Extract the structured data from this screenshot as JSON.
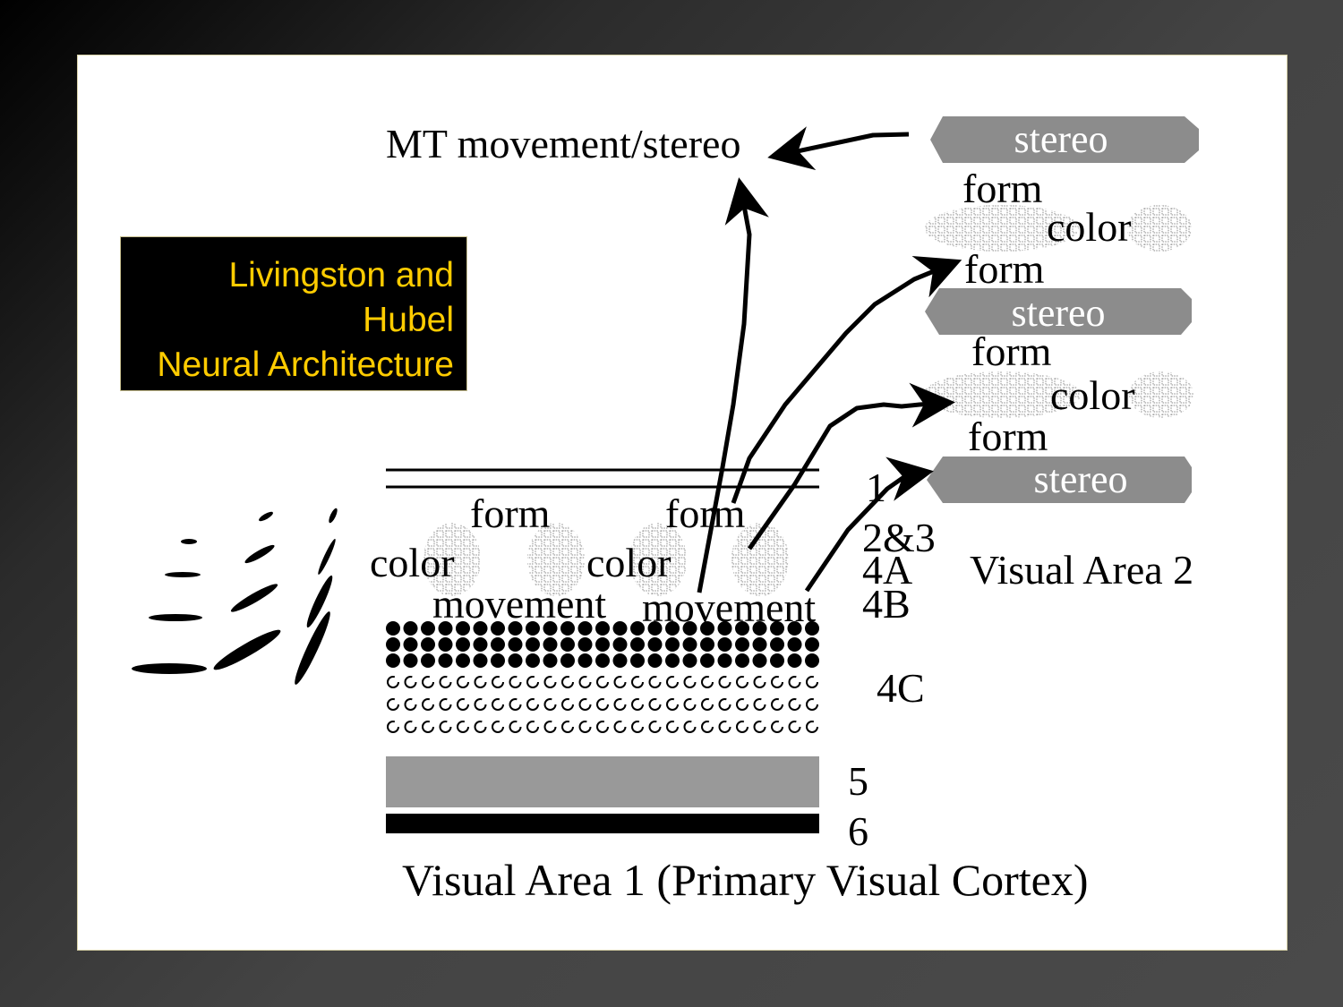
{
  "title_box": {
    "lines": [
      "Livingston and",
      "Hubel",
      "Neural Architecture"
    ]
  },
  "mt_label": "MT movement/stereo",
  "v2": {
    "label": "Visual Area 2",
    "stereo_1": "stereo",
    "form_1": "form",
    "color_1": "color",
    "form_2": "form",
    "stereo_2": "stereo",
    "form_3": "form",
    "color_2": "color",
    "form_4": "form",
    "stereo_3": "stereo"
  },
  "v1": {
    "label": "Visual Area 1 (Primary Visual Cortex)",
    "form_1": "form",
    "form_2": "form",
    "color_1": "color",
    "color_2": "color",
    "movement_1": "movement",
    "movement_2": "movement"
  },
  "layers": {
    "l1": "1",
    "l23": "2&3",
    "l4a": "4A",
    "l4b": "4B",
    "l4c": "4C",
    "l5": "5",
    "l6": "6"
  },
  "colors": {
    "title_bg": "#000000",
    "title_text": "#ffcc00",
    "stereo_fill": "#8c8c8c",
    "layer5_fill": "#999999",
    "layer6_fill": "#000000"
  }
}
